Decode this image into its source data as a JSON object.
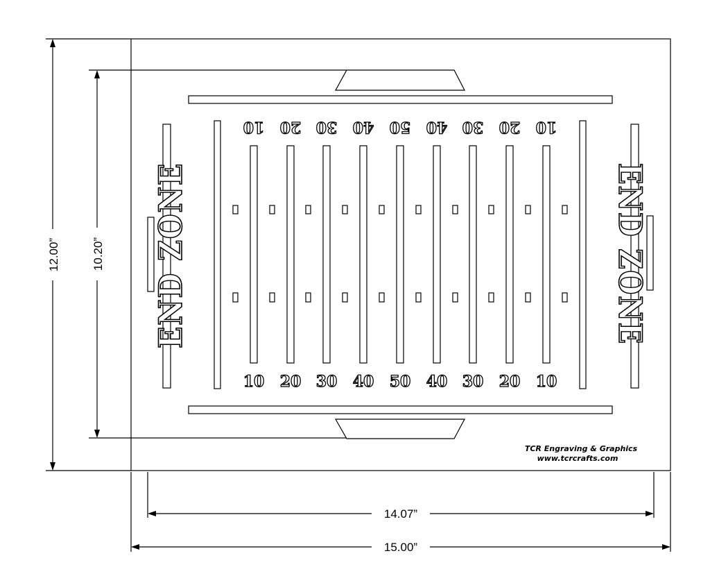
{
  "dimensions": {
    "outer_height": "12.00”",
    "inner_height": "10.20”",
    "inner_width": "14.07”",
    "outer_width": "15.00”"
  },
  "field": {
    "top_numbers": [
      "10",
      "20",
      "30",
      "40",
      "50",
      "40",
      "30",
      "20",
      "10"
    ],
    "bottom_numbers": [
      "10",
      "20",
      "30",
      "40",
      "50",
      "40",
      "30",
      "20",
      "10"
    ],
    "end_zone_left": "END ZONE",
    "end_zone_right": "END ZONE"
  },
  "branding": {
    "company": "TCR Engraving & Graphics",
    "website": "www.tcrcrafts.com"
  }
}
